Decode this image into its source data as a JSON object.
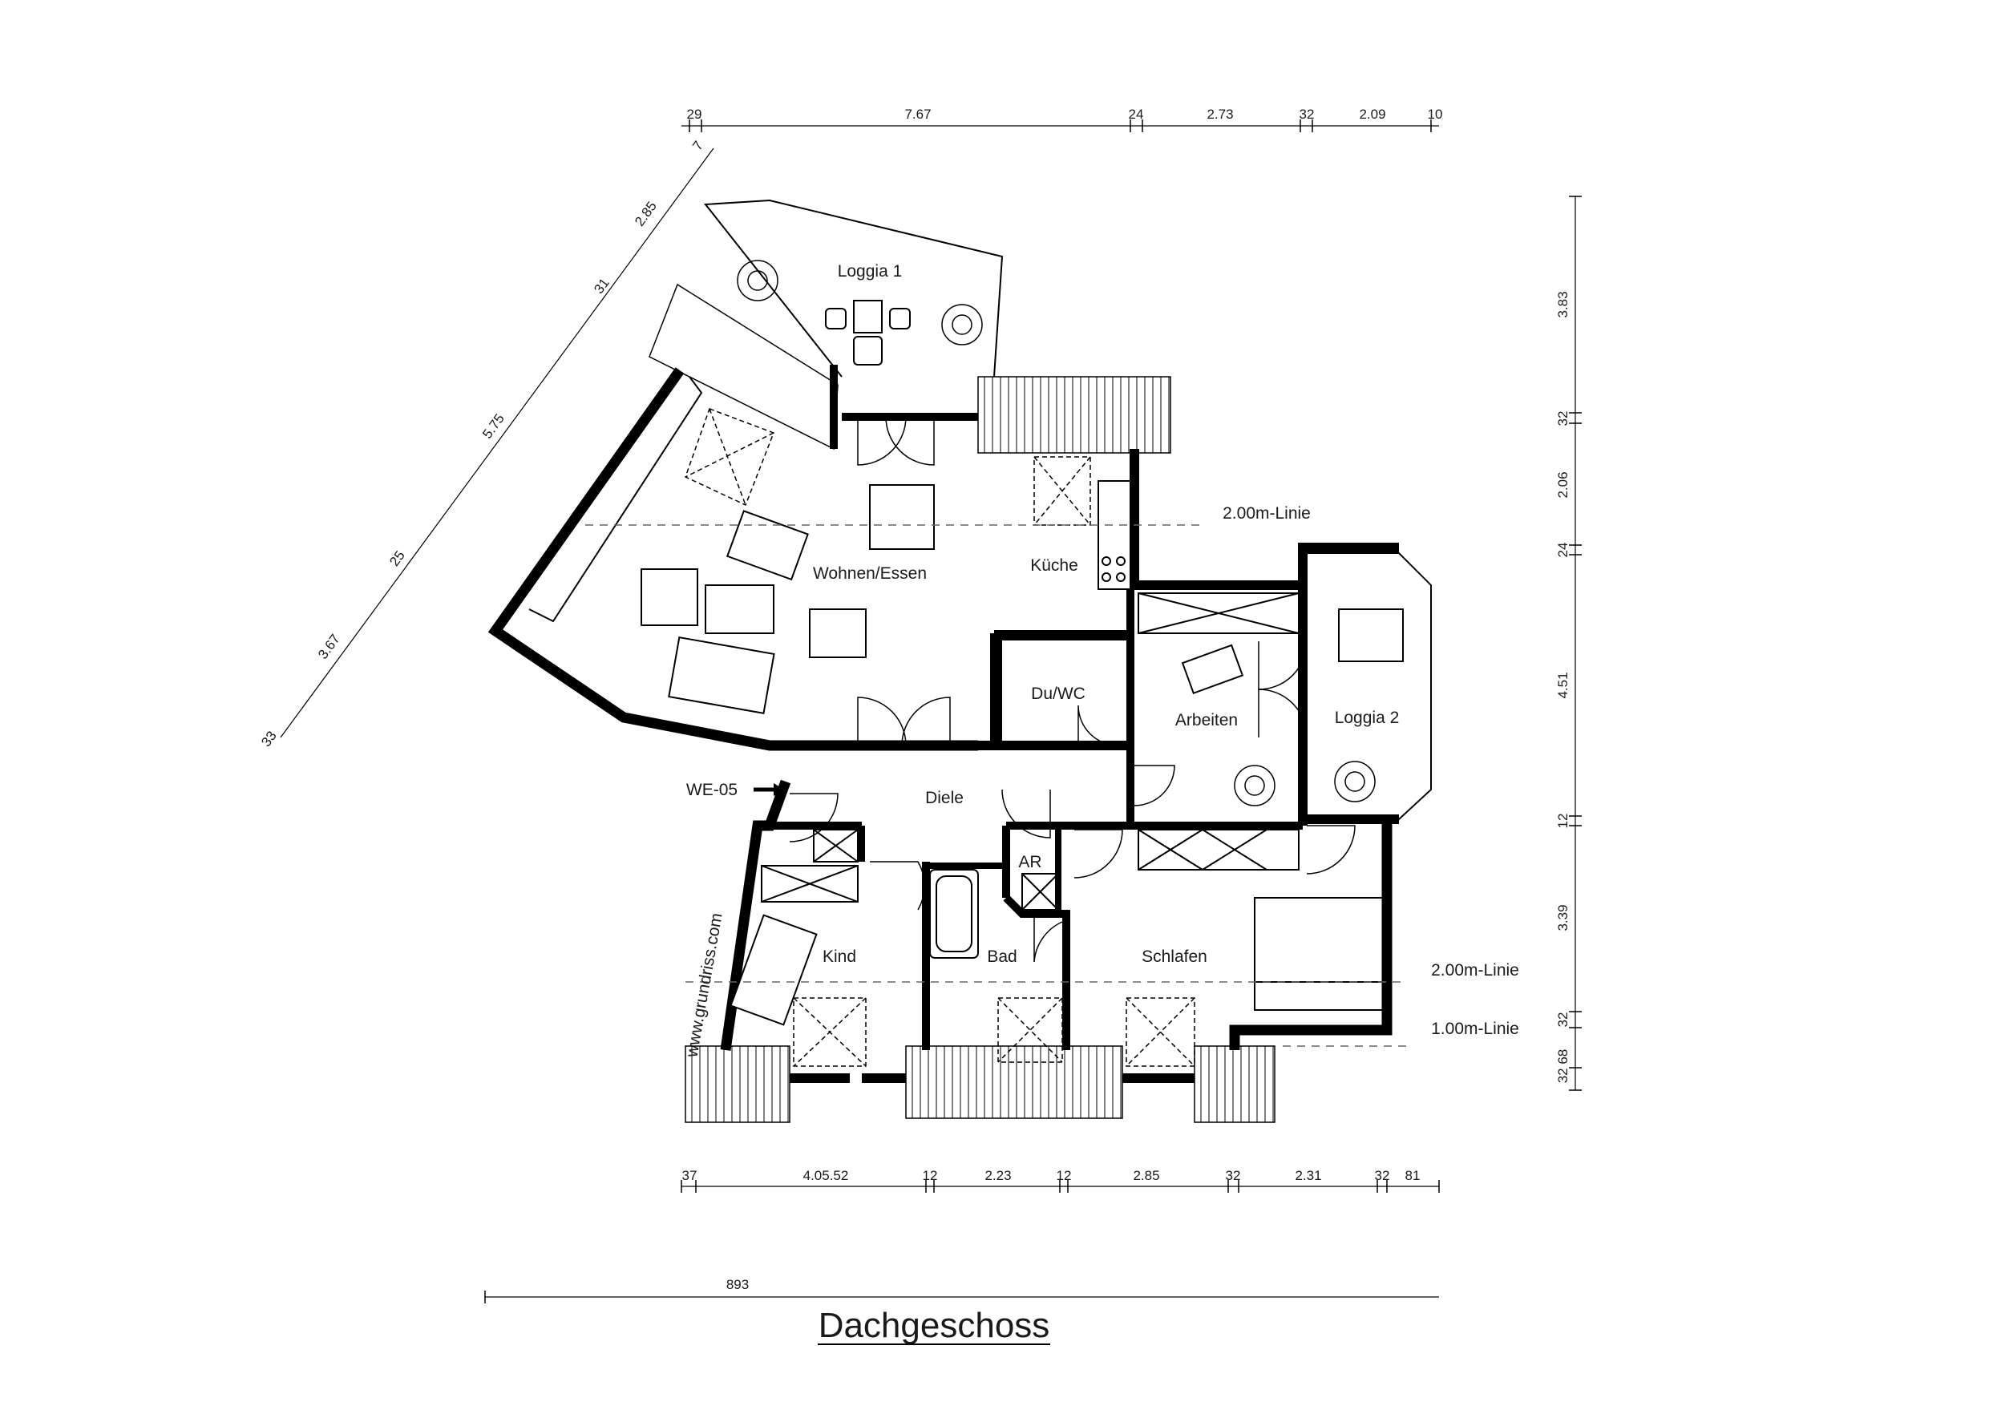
{
  "title": "Dachgeschoss",
  "entrance": "WE-05",
  "watermark": "www.grundriss.com",
  "rooms": {
    "loggia1": "Loggia 1",
    "wohnen": "Wohnen/Essen",
    "kueche": "Küche",
    "duwc": "Du/WC",
    "arbeiten": "Arbeiten",
    "loggia2": "Loggia 2",
    "diele": "Diele",
    "ar": "AR",
    "kind": "Kind",
    "bad": "Bad",
    "schlafen": "Schlafen"
  },
  "lines": {
    "line_200_top": "2.00m-Linie",
    "line_200_bottom": "2.00m-Linie",
    "line_100": "1.00m-Linie"
  },
  "dimensions": {
    "top": [
      "29",
      "7.67",
      "24",
      "2.73",
      "32",
      "2.09",
      "10"
    ],
    "bottom": [
      "37",
      "4.05.52",
      "12",
      "2.23",
      "12",
      "2.85",
      "32",
      "2.31",
      "32",
      "81"
    ],
    "right": [
      "3.83",
      "32",
      "2.06",
      "24",
      "4.51",
      "12",
      "3.39",
      "32",
      "32 68"
    ],
    "diagonal": [
      "7",
      "2.85",
      "31",
      "5.75",
      "25",
      "3.67",
      "33"
    ],
    "overall": "893"
  }
}
